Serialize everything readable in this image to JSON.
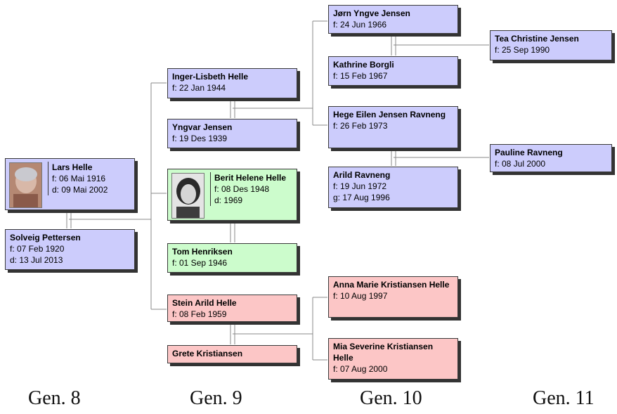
{
  "colors": {
    "blue_box": "#ccccfc",
    "green_box": "#ccfccc",
    "red_box": "#fcc6c6",
    "connector": "#888888"
  },
  "people": {
    "lars": {
      "name": "Lars Helle",
      "born": "f: 06 Mai 1916",
      "died": "d: 09 Mai 2002",
      "photo": "elderly-man-photo"
    },
    "solveig": {
      "name": "Solveig Pettersen",
      "born": "f: 07 Feb 1920",
      "died": "d: 13 Jul 2013"
    },
    "inger": {
      "name": "Inger-Lisbeth Helle",
      "born": "f: 22 Jan 1944"
    },
    "yngvar": {
      "name": "Yngvar Jensen",
      "born": "f: 19 Des 1939"
    },
    "berit": {
      "name": "Berit Helene Helle",
      "born": "f: 08 Des 1948",
      "died": "d: 1969",
      "photo": "young-woman-photo"
    },
    "tom": {
      "name": "Tom Henriksen",
      "born": "f: 01 Sep 1946"
    },
    "stein": {
      "name": "Stein Arild Helle",
      "born": "f: 08 Feb 1959"
    },
    "grete": {
      "name": "Grete Kristiansen"
    },
    "jorn": {
      "name": "Jørn Yngve Jensen",
      "born": "f: 24 Jun 1966"
    },
    "kathrine": {
      "name": "Kathrine Borgli",
      "born": "f: 15 Feb 1967"
    },
    "hege": {
      "name": "Hege Eilen Jensen Ravneng",
      "born": "f: 26 Feb 1973"
    },
    "arild": {
      "name": "Arild Ravneng",
      "born": "f: 19 Jun 1972",
      "married": "g: 17 Aug 1996"
    },
    "anna": {
      "name": "Anna Marie Kristiansen Helle",
      "born": "f: 10 Aug 1997"
    },
    "mia": {
      "name": "Mia Severine Kristiansen Helle",
      "born": "f: 07 Aug 2000"
    },
    "tea": {
      "name": "Tea Christine Jensen",
      "born": "f: 25 Sep 1990"
    },
    "pauline": {
      "name": "Pauline Ravneng",
      "born": "f: 08 Jul 2000"
    }
  },
  "generations": [
    "Gen. 8",
    "Gen. 9",
    "Gen. 10",
    "Gen. 11"
  ]
}
